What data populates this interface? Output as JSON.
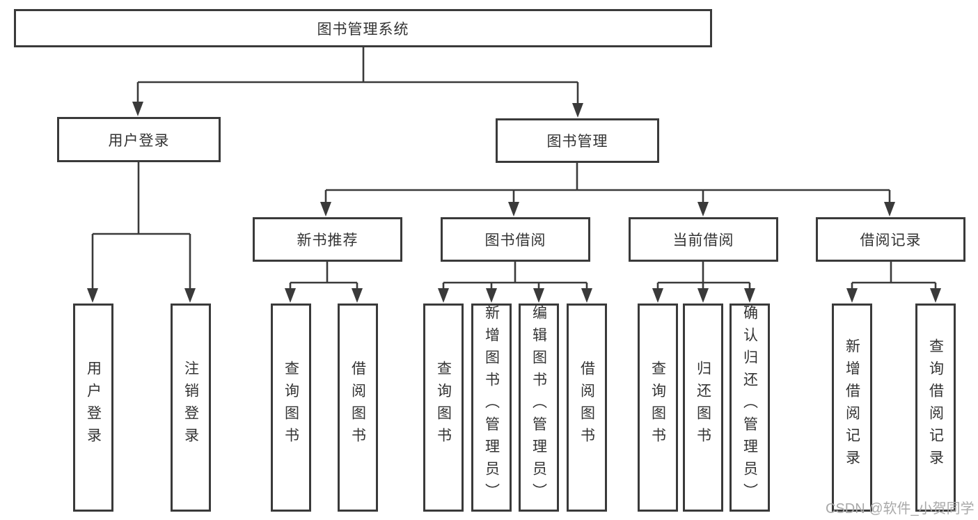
{
  "tree": {
    "root": {
      "label": "图书管理系统",
      "children": [
        {
          "label": "用户登录",
          "children": [
            {
              "label": "用户登录"
            },
            {
              "label": "注销登录"
            }
          ]
        },
        {
          "label": "图书管理",
          "children": [
            {
              "label": "新书推荐",
              "children": [
                {
                  "label": "查询图书"
                },
                {
                  "label": "借阅图书"
                }
              ]
            },
            {
              "label": "图书借阅",
              "children": [
                {
                  "label": "查询图书"
                },
                {
                  "label": "新增图书（管理员）"
                },
                {
                  "label": "编辑图书（管理员）"
                },
                {
                  "label": "借阅图书"
                }
              ]
            },
            {
              "label": "当前借阅",
              "children": [
                {
                  "label": "查询图书"
                },
                {
                  "label": "归还图书"
                },
                {
                  "label": "确认归还（管理员）"
                }
              ]
            },
            {
              "label": "借阅记录",
              "children": [
                {
                  "label": "新增借阅记录"
                },
                {
                  "label": "查询借阅记录"
                }
              ]
            }
          ]
        }
      ]
    }
  },
  "watermark": "CSDN @软件_小贺同学",
  "colors": {
    "line": "#3a3a3a",
    "text": "#333333",
    "watermark": "#a9a9a9",
    "background": "#ffffff"
  }
}
